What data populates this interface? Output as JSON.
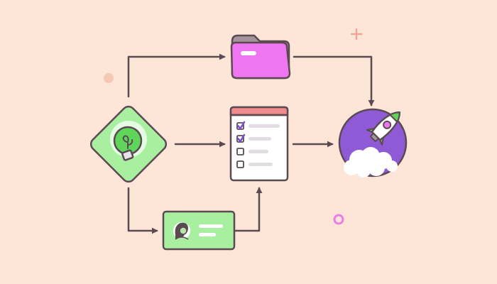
{
  "diagram": {
    "background": "#fde6d8",
    "stroke": "#5b4a52",
    "nodes": [
      {
        "id": "idea",
        "icon": "lightbulb-icon",
        "color": "#a8f0a0",
        "accent": "#5fd55a"
      },
      {
        "id": "folder",
        "icon": "folder-icon",
        "color": "#f075f0",
        "tab": "#a5949b"
      },
      {
        "id": "checklist",
        "icon": "checklist-icon",
        "header_color": "#f08c8c",
        "checked_color": "#7b4fd0"
      },
      {
        "id": "profile-card",
        "icon": "avatar-icon",
        "color": "#a8f0a0"
      },
      {
        "id": "launch",
        "icon": "rocket-icon",
        "color": "#8e5ad5"
      }
    ],
    "edges": [
      {
        "from": "idea",
        "to": "folder"
      },
      {
        "from": "idea",
        "to": "checklist"
      },
      {
        "from": "idea",
        "to": "profile-card"
      },
      {
        "from": "profile-card",
        "to": "checklist"
      },
      {
        "from": "folder",
        "to": "launch"
      },
      {
        "from": "checklist",
        "to": "launch"
      }
    ],
    "checklist_items": [
      {
        "checked": true
      },
      {
        "checked": true
      },
      {
        "checked": false
      },
      {
        "checked": false
      }
    ],
    "decorations": [
      {
        "shape": "plus",
        "color": "#f2a49b"
      },
      {
        "shape": "dot",
        "color": "#f5c8b4"
      },
      {
        "shape": "ring",
        "color": "#e87ee6"
      }
    ]
  }
}
